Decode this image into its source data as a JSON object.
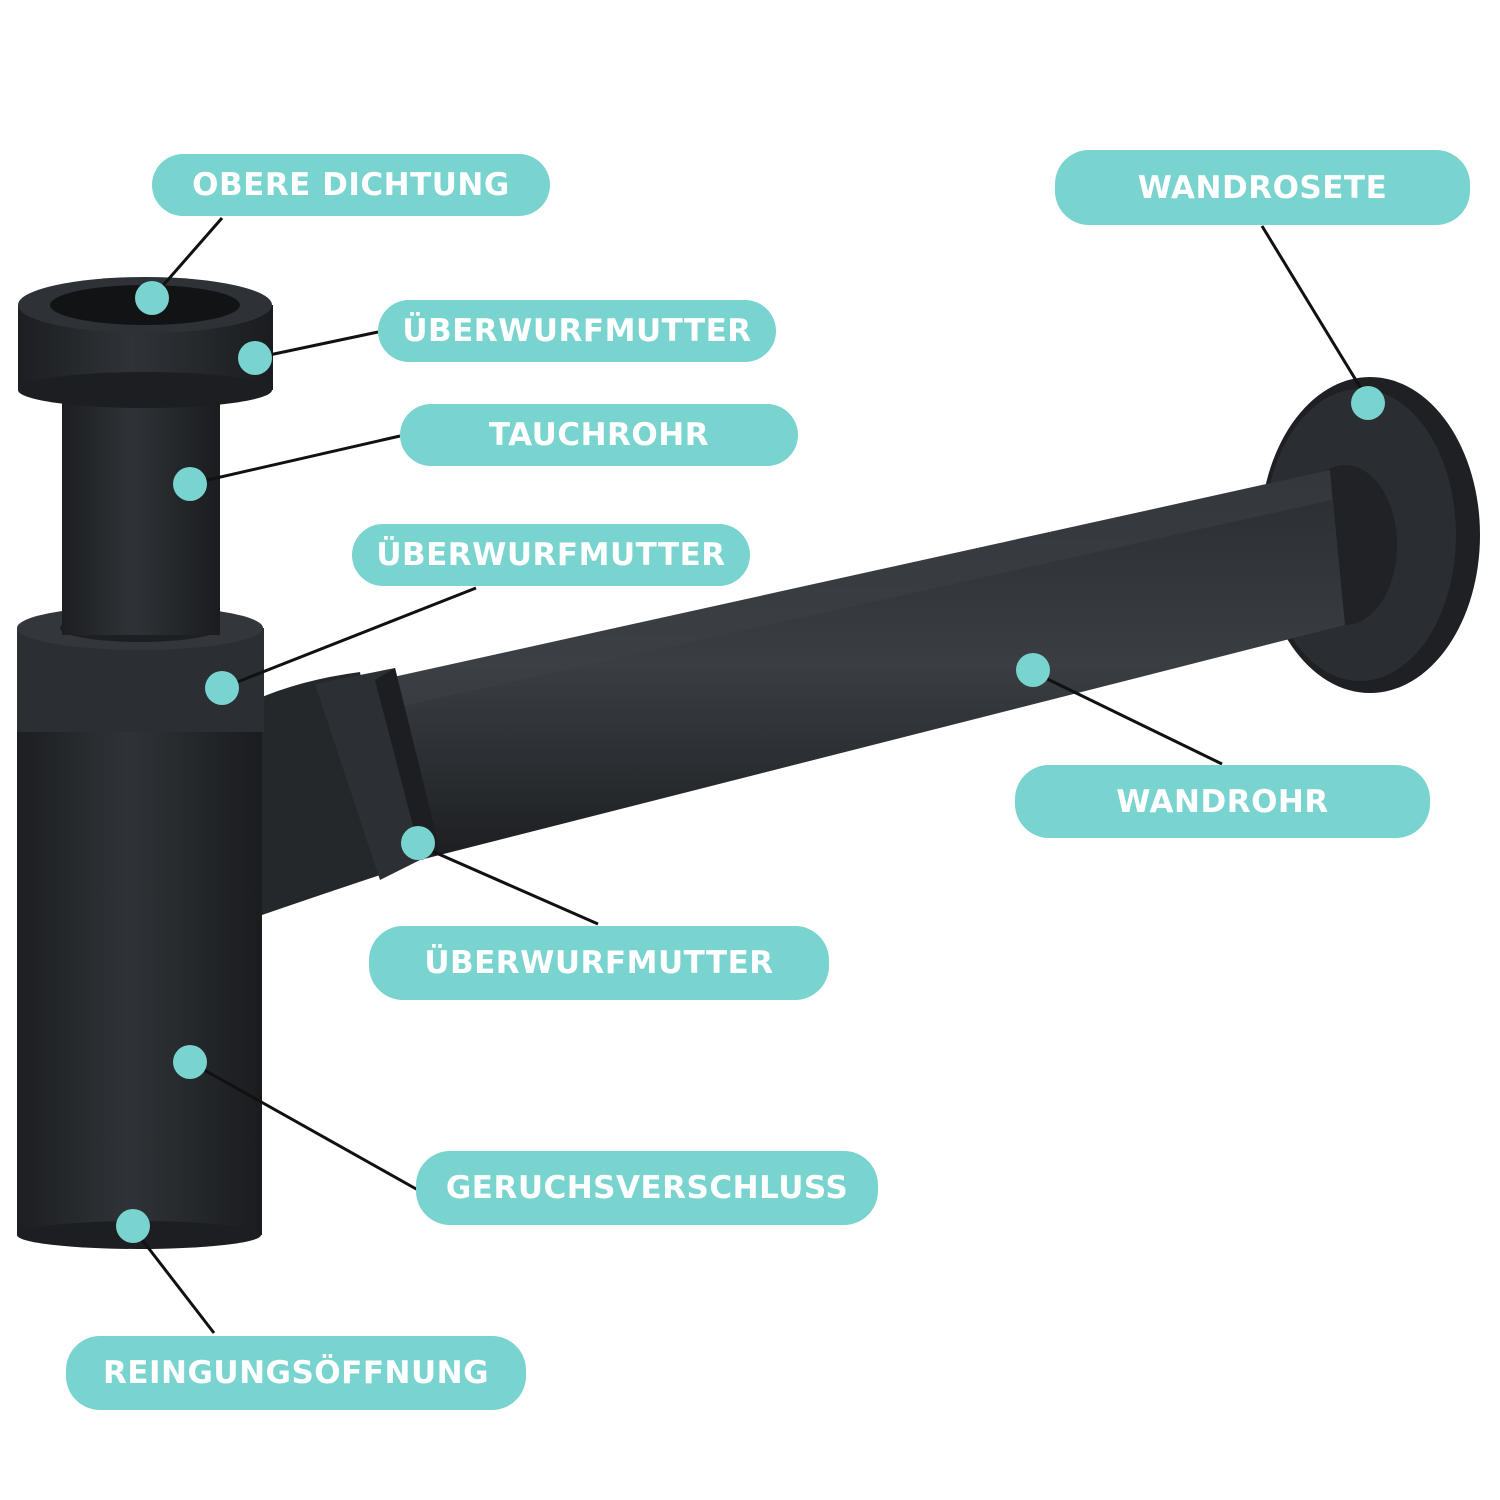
{
  "colors": {
    "accent": "#79d3cf",
    "label_text": "#ffffff",
    "product": "#25282b",
    "leader_line": "#111111"
  },
  "labels": {
    "obere_dichtung": "OBERE DICHTUNG",
    "ueberwurfmutter_top": "ÜBERWURFMUTTER",
    "tauchrohr": "TAUCHROHR",
    "ueberwurfmutter_middle": "ÜBERWURFMUTTER",
    "wandrosete": "WANDROSETE",
    "wandrohr": "WANDROHR",
    "ueberwurfmutter_bottom": "ÜBERWURFMUTTER",
    "geruchsverschluss": "GERUCHSVERSCHLUSS",
    "reingungsoeffnung": "REINGUNGSÖFFNUNG"
  }
}
